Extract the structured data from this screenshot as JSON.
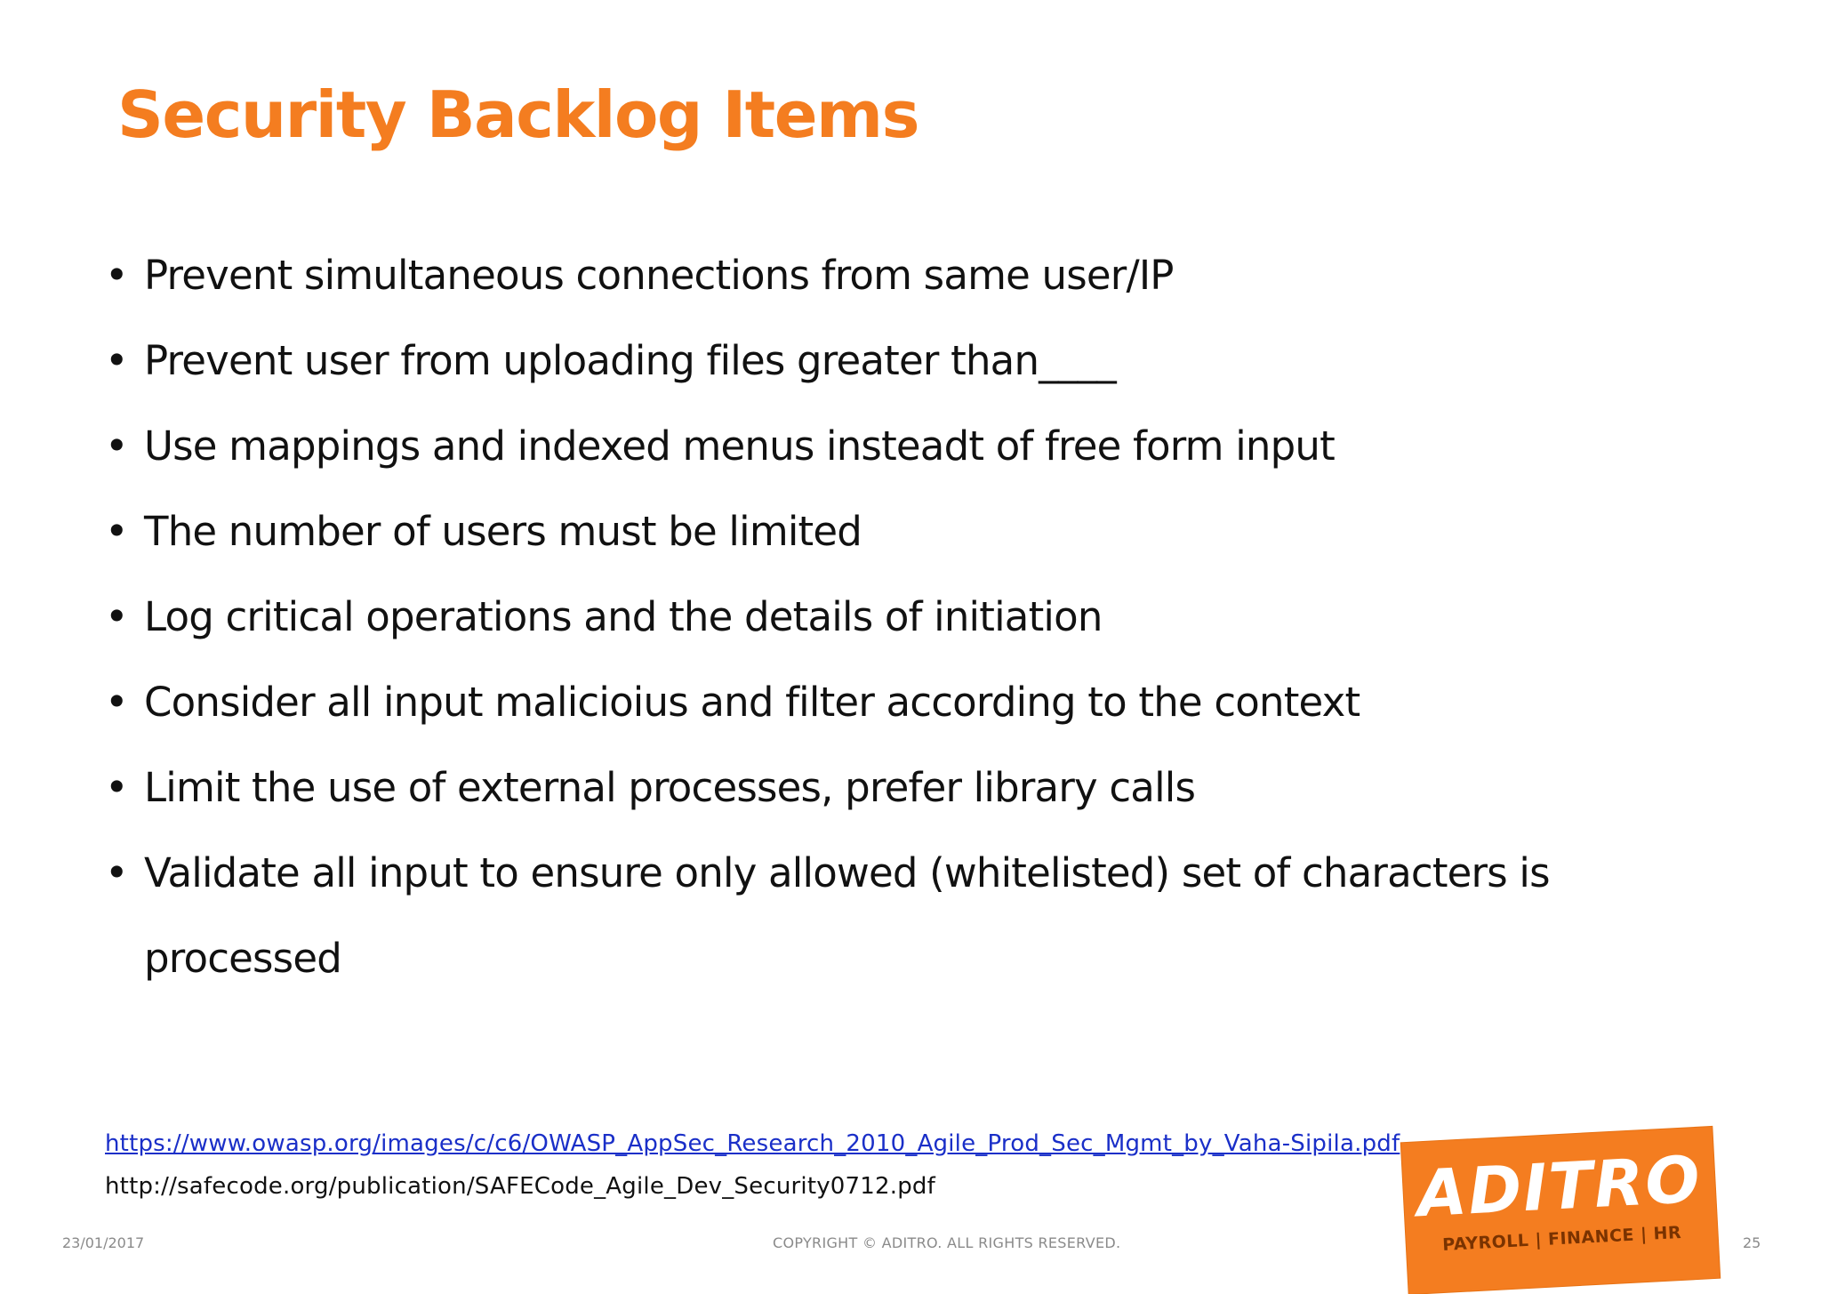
{
  "slide": {
    "title": "Security Backlog Items",
    "bullets": [
      "Prevent simultaneous connections from same user/IP",
      "Prevent user from uploading files greater than____",
      "Use mappings and indexed menus insteadt of free form input",
      "The number of users must be limited",
      "Log critical operations and the details of initiation",
      "Consider all input malicioius and filter according to the context",
      "Limit the use of external processes, prefer library calls",
      "Validate all input to ensure only allowed (whitelisted) set of characters is processed"
    ],
    "bullet_glyph": "•",
    "references": {
      "link": "https://www.owasp.org/images/c/c6/OWASP_AppSec_Research_2010_Agile_Prod_Sec_Mgmt_by_Vaha-Sipila.pdf",
      "plain": "http://safecode.org/publication/SAFECode_Agile_Dev_Security0712.pdf"
    }
  },
  "footer": {
    "date": "23/01/2017",
    "copyright": "COPYRIGHT © ADITRO. ALL RIGHTS RESERVED.",
    "page_number": "25"
  },
  "logo": {
    "wordmark": "ADITRO",
    "tagline": "PAYROLL | FINANCE | HR"
  },
  "colors": {
    "accent": "#f47d20",
    "link": "#1a2fc8",
    "text": "#111111",
    "footer": "#8a8a8a"
  }
}
